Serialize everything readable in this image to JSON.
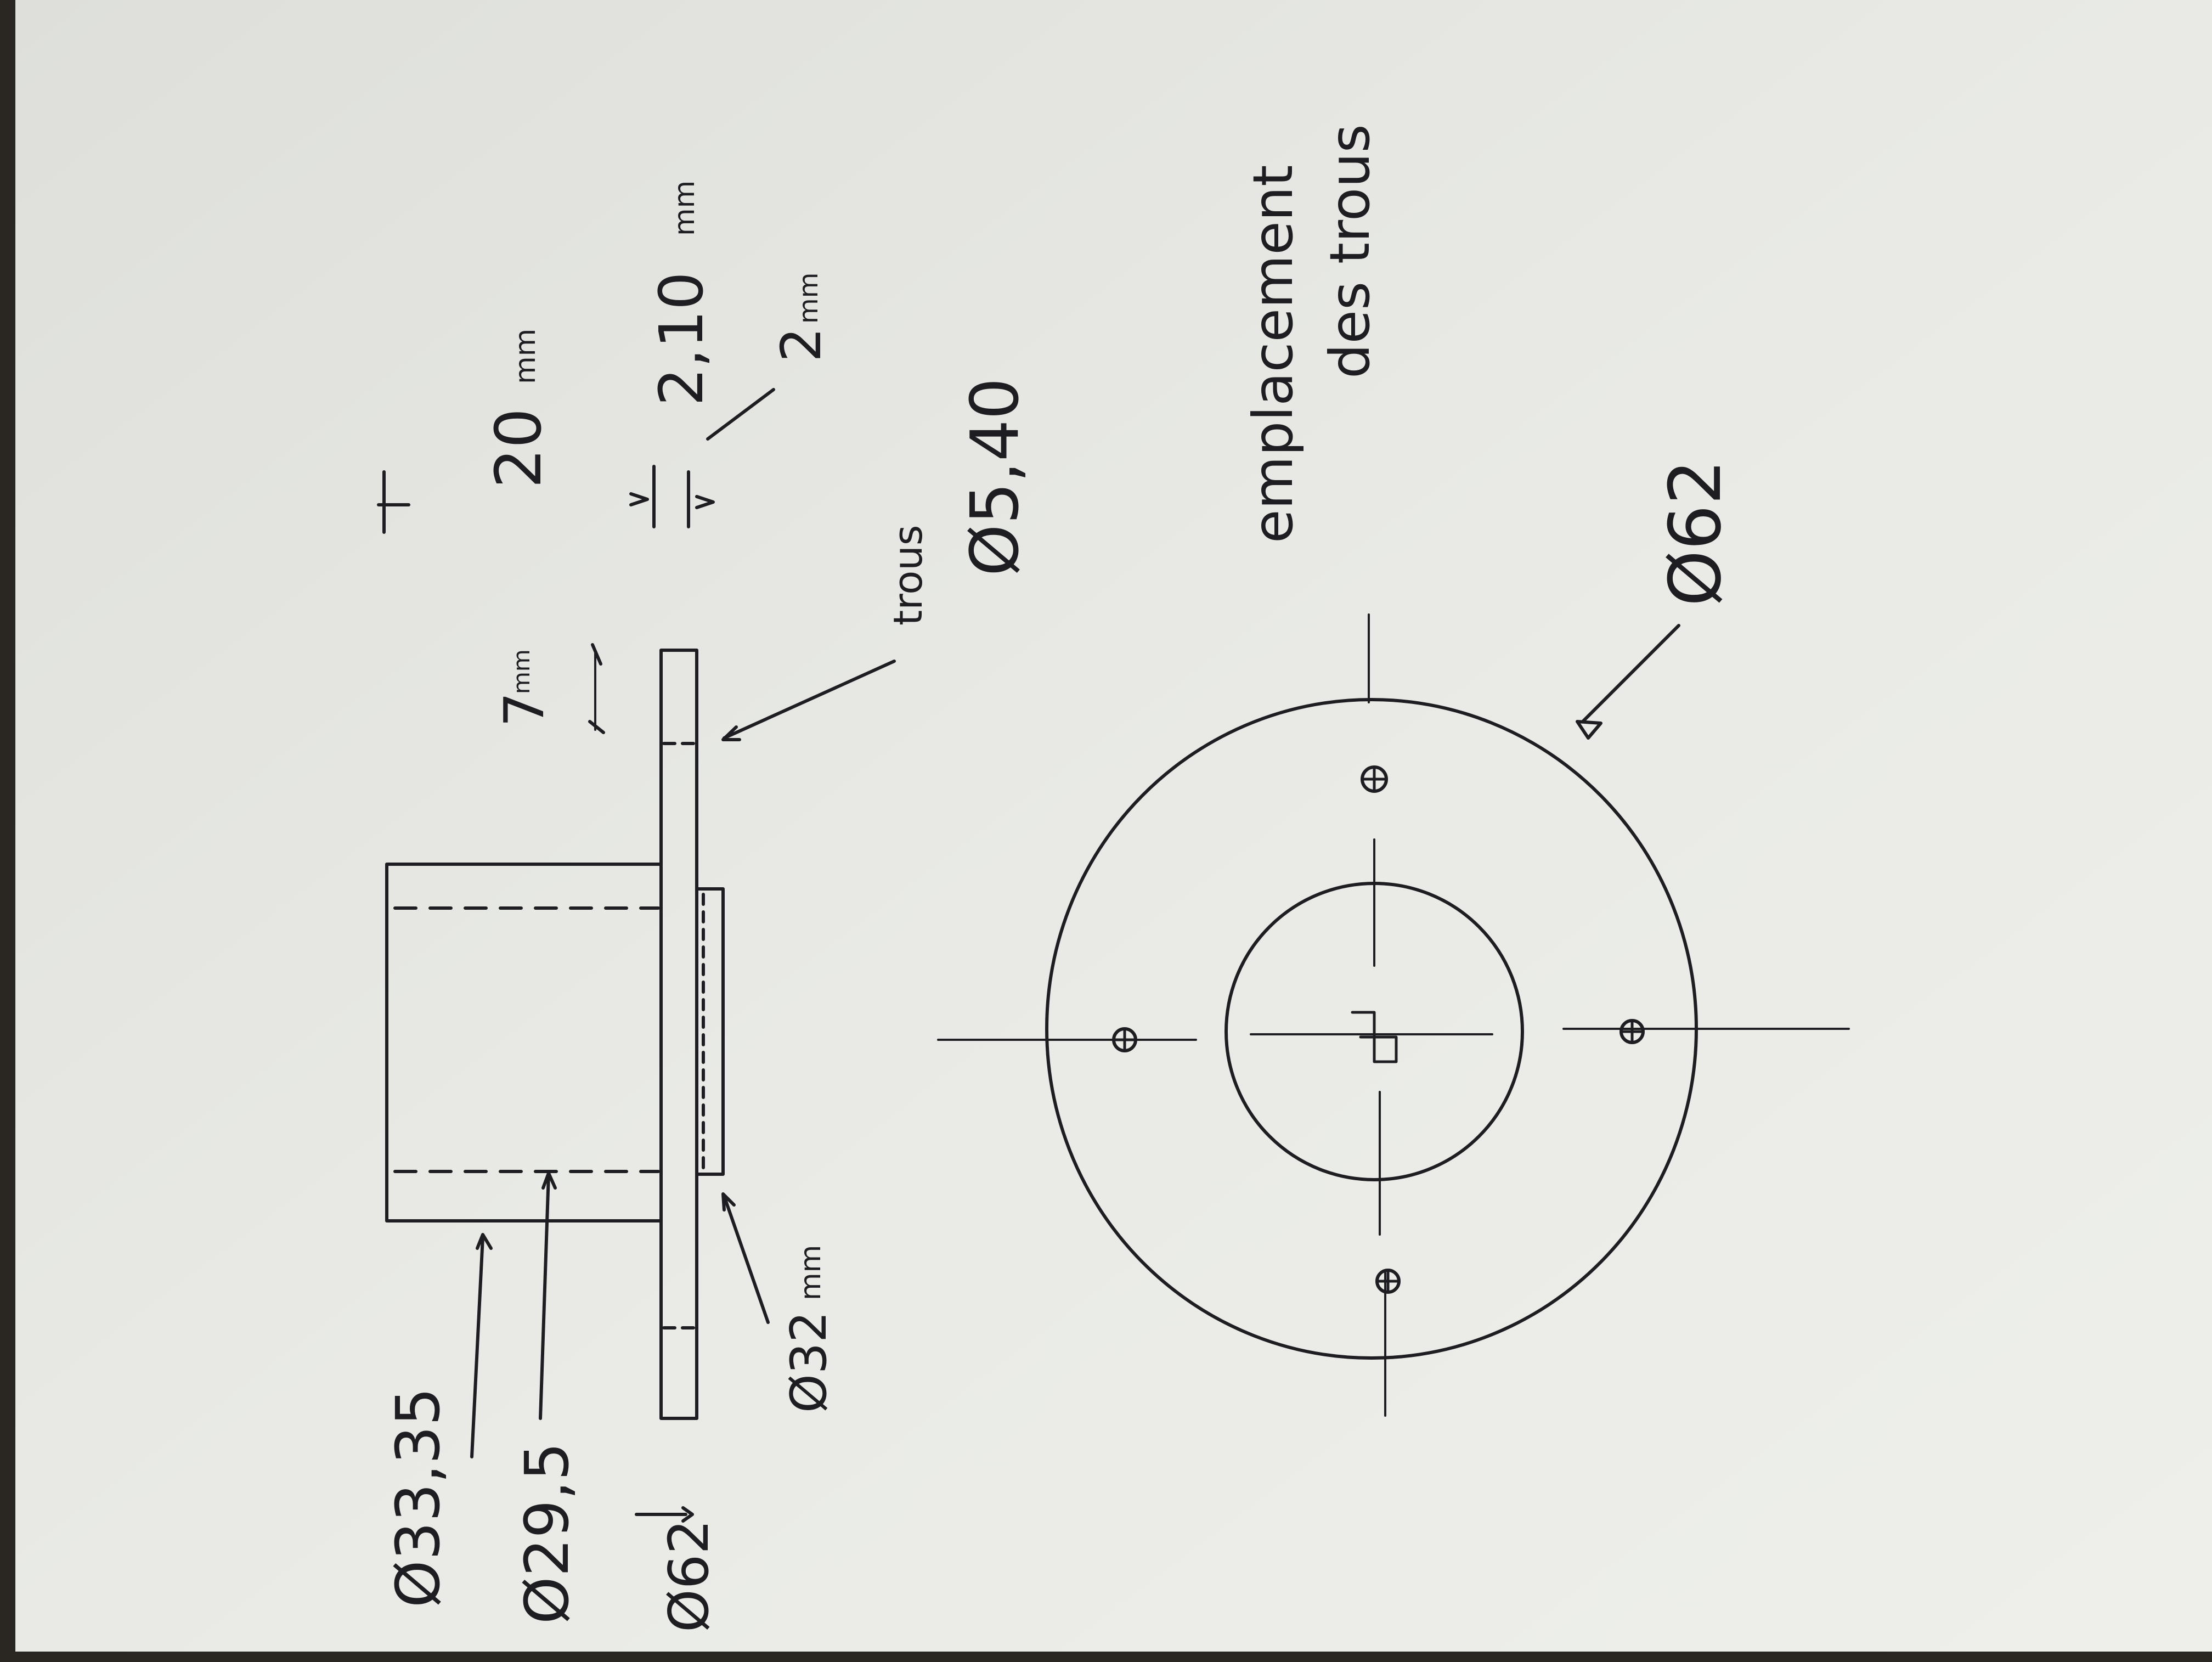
{
  "side_view_labels": {
    "dia_outer_tube": "Ø33,35",
    "dia_inner_tube": "Ø29,5",
    "dia_flange": "Ø62",
    "dia_recess": "Ø32",
    "recess_unit": "mm",
    "flange_edge_dist": "7",
    "flange_edge_unit": "mm",
    "holes_word": "trous",
    "hole_dia": "Ø5,40",
    "height_total": "20",
    "height_total_unit": "mm",
    "flange_thickness": "2,10",
    "flange_thickness_unit": "mm",
    "recess_depth": "2",
    "recess_depth_unit": "mm"
  },
  "top_view_labels": {
    "dia_flange": "Ø62",
    "note_line1": "emplacement",
    "note_line2": "des trous"
  },
  "colors": {
    "paper": "#e9eae6",
    "ink": "#1d1d22",
    "background": "#2a2622"
  }
}
